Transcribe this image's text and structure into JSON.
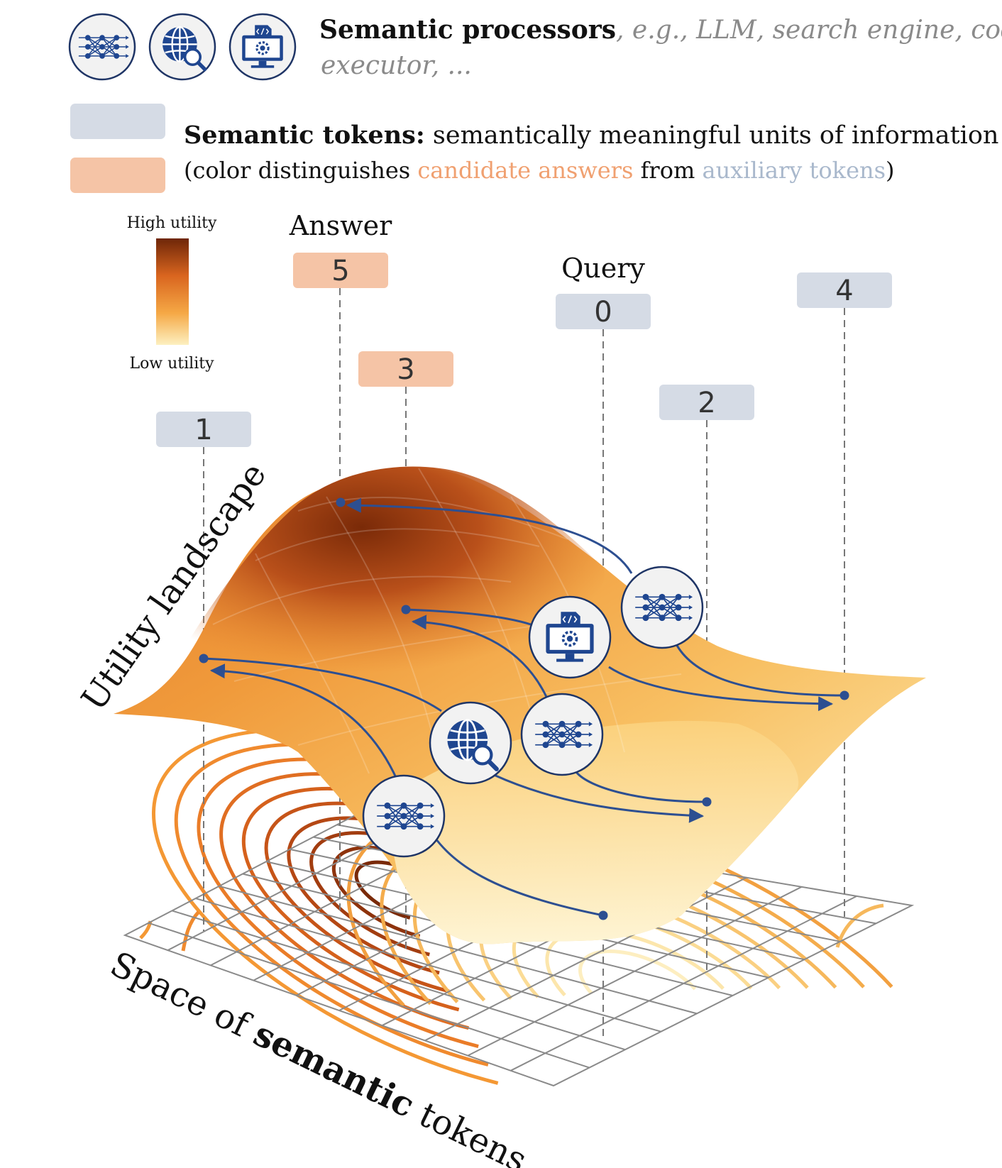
{
  "legend": {
    "processors": {
      "heading": "Semantic processors",
      "examples_line1": ", e.g., LLM, search engine, code",
      "examples_line2": "executor, ..."
    },
    "tokens": {
      "heading": "Semantic tokens:",
      "description": " semantically meaningful units of information",
      "note_open": "(color distinguishes ",
      "note_candidate": "candidate answers",
      "note_from": " from ",
      "note_auxiliary": "auxiliary tokens",
      "note_close": ")"
    },
    "colorbar": {
      "high_label": "High utility",
      "low_label": "Low  utility"
    }
  },
  "labels": {
    "answer": "Answer",
    "query": "Query",
    "axis_vertical": "Utility landscape",
    "axis_base_prefix": "Space of ",
    "axis_base_bold": "semantic",
    "axis_base_suffix": " tokens"
  },
  "tokens": [
    {
      "id": "5",
      "role": "candidate"
    },
    {
      "id": "3",
      "role": "candidate"
    },
    {
      "id": "0",
      "role": "auxiliary"
    },
    {
      "id": "4",
      "role": "auxiliary"
    },
    {
      "id": "2",
      "role": "auxiliary"
    },
    {
      "id": "1",
      "role": "auxiliary"
    }
  ],
  "processors": [
    {
      "type": "llm",
      "icon": "neural-network-icon"
    },
    {
      "type": "search-engine",
      "icon": "globe-search-icon"
    },
    {
      "type": "code-executor",
      "icon": "code-monitor-icon"
    }
  ],
  "colors": {
    "auxiliary_token": "#d5dbe5",
    "candidate_token": "#f5c4a6",
    "candidate_text": "#f0a070",
    "auxiliary_text": "#a9b8cc",
    "processor_blue": "#1f4690",
    "path_blue": "#2d4f91",
    "high_utility": "#6e2608",
    "low_utility": "#fdf0c0"
  }
}
